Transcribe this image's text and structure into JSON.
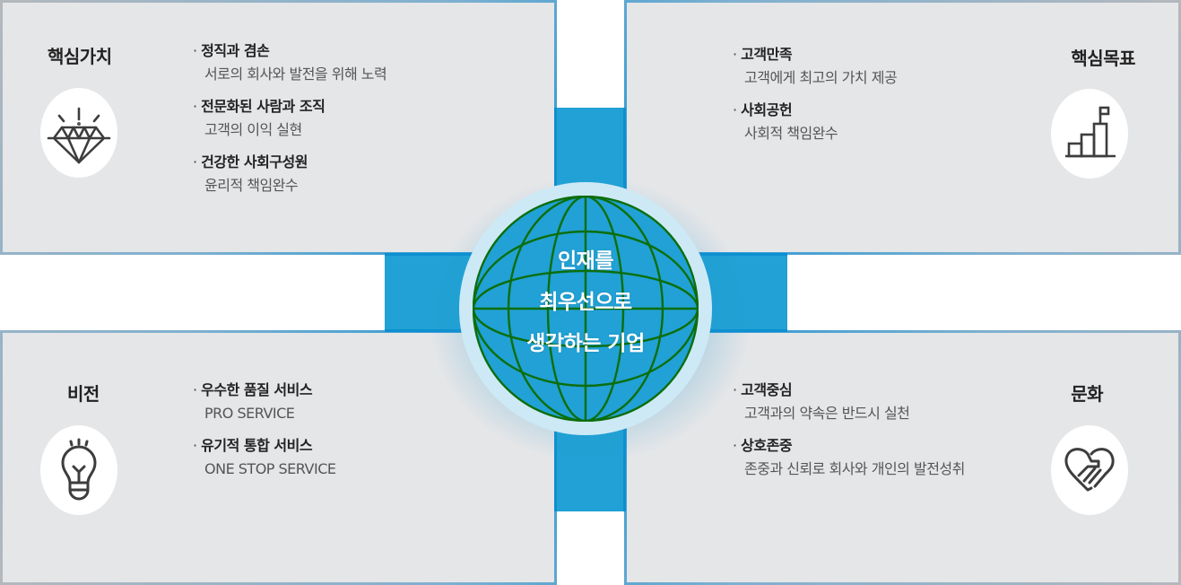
{
  "colors": {
    "accent_blue": "#21a1d5",
    "box_bg": "#e5e6e8",
    "globe_lines": "#0c6e0c",
    "ring": "#cde9f6"
  },
  "center": {
    "lines": [
      "인재를",
      "최우선으로",
      "생각하는 기업"
    ],
    "icon": "globe-icon"
  },
  "quadrants": {
    "top_left": {
      "title": "핵심가치",
      "icon": "diamond-icon",
      "items": [
        {
          "title": "정직과 겸손",
          "desc": "서로의 회사와 발전을 위해 노력"
        },
        {
          "title": "전문화된 사람과 조직",
          "desc": "고객의 이익 실현"
        },
        {
          "title": "건강한 사회구성원",
          "desc": "윤리적 책임완수"
        }
      ]
    },
    "top_right": {
      "title": "핵심목표",
      "icon": "growth-flag-icon",
      "items": [
        {
          "title": "고객만족",
          "desc": "고객에게 최고의 가치 제공"
        },
        {
          "title": "사회공헌",
          "desc": "사회적 책임완수"
        }
      ]
    },
    "bottom_left": {
      "title": "비전",
      "icon": "lightbulb-icon",
      "items": [
        {
          "title": "우수한 품질 서비스",
          "desc": "PRO SERVICE"
        },
        {
          "title": "유기적 통합 서비스",
          "desc": "ONE STOP SERVICE"
        }
      ]
    },
    "bottom_right": {
      "title": "문화",
      "icon": "heart-handshake-icon",
      "items": [
        {
          "title": "고객중심",
          "desc": "고객과의 약속은 반드시 실천"
        },
        {
          "title": "상호존중",
          "desc": "존중과 신뢰로 회사와 개인의 발전성취"
        }
      ]
    }
  }
}
